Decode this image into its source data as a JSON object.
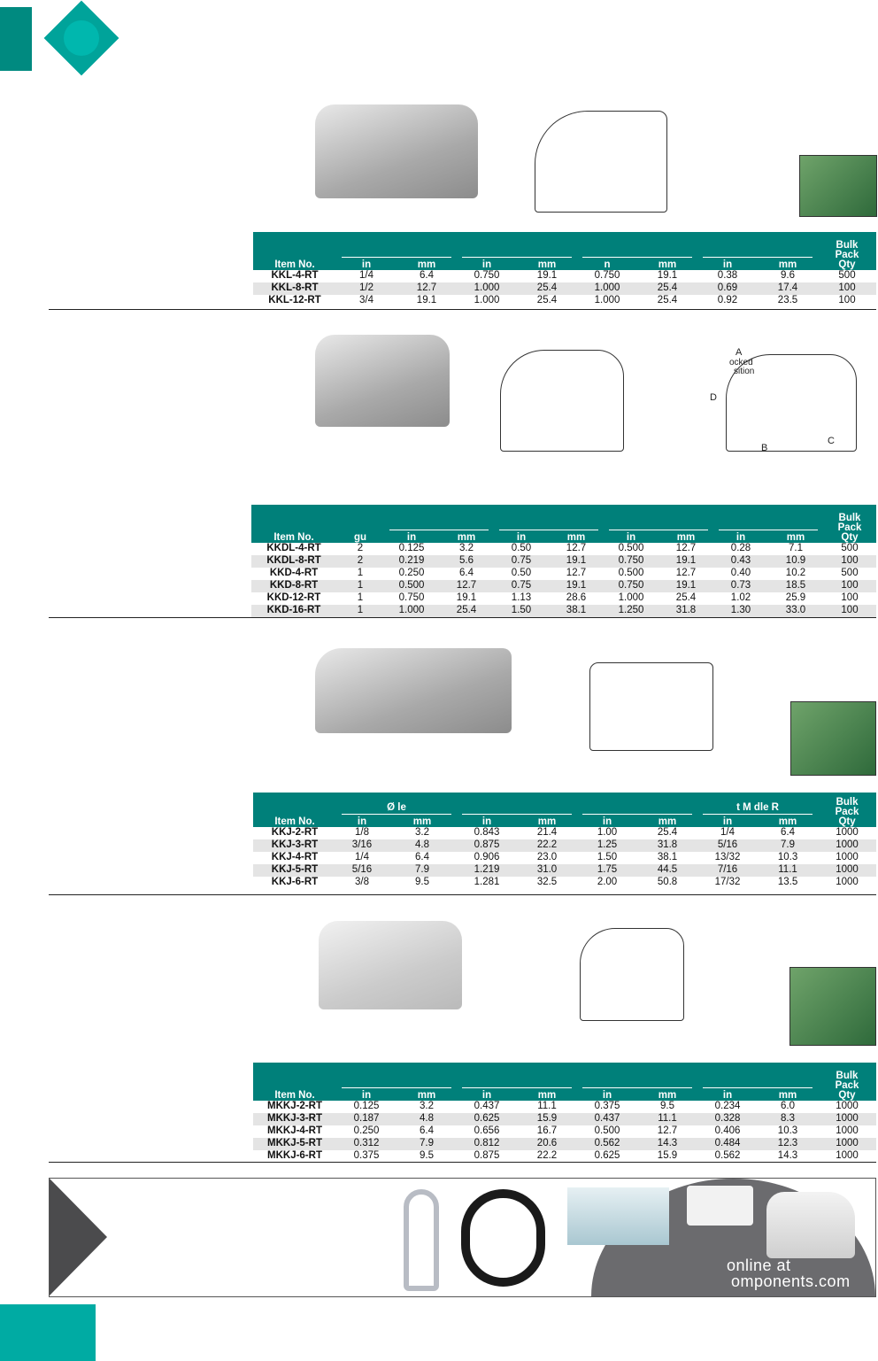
{
  "colors": {
    "header_teal": "#00807a",
    "accent_teal": "#00aba3",
    "banner_gray": "#6b6b6e"
  },
  "diagram2_labels": {
    "a": "A",
    "locked": "ocked",
    "position": "sition",
    "d": "D",
    "b": "B",
    "c": "C"
  },
  "banner": {
    "line1": "online at",
    "line2": "omponents.com"
  },
  "tables": [
    {
      "groups": [
        "",
        "",
        "",
        "",
        "",
        ""
      ],
      "units": [
        "Item No.",
        "in",
        "mm",
        "in",
        "mm",
        "n",
        "mm",
        "in",
        "mm",
        "Bulk Pack Qty"
      ],
      "rows": [
        [
          "KKL-4-RT",
          "1/4",
          "6.4",
          "0.750",
          "19.1",
          "0.750",
          "19.1",
          "0.38",
          "9.6",
          "500"
        ],
        [
          "KKL-8-RT",
          "1/2",
          "12.7",
          "1.000",
          "25.4",
          "1.000",
          "25.4",
          "0.69",
          "17.4",
          "100"
        ],
        [
          "KKL-12-RT",
          "3/4",
          "19.1",
          "1.000",
          "25.4",
          "1.000",
          "25.4",
          "0.92",
          "23.5",
          "100"
        ]
      ]
    },
    {
      "groups": [
        "",
        "",
        "",
        "",
        "",
        ""
      ],
      "units": [
        "Item No.",
        "gu",
        "in",
        "mm",
        "in",
        "mm",
        "in",
        "mm",
        "in",
        "mm",
        "Bulk Pack Qty"
      ],
      "rows": [
        [
          "KKDL-4-RT",
          "2",
          "0.125",
          "3.2",
          "0.50",
          "12.7",
          "0.500",
          "12.7",
          "0.28",
          "7.1",
          "500"
        ],
        [
          "KKDL-8-RT",
          "2",
          "0.219",
          "5.6",
          "0.75",
          "19.1",
          "0.750",
          "19.1",
          "0.43",
          "10.9",
          "100"
        ],
        [
          "KKD-4-RT",
          "1",
          "0.250",
          "6.4",
          "0.50",
          "12.7",
          "0.500",
          "12.7",
          "0.40",
          "10.2",
          "500"
        ],
        [
          "KKD-8-RT",
          "1",
          "0.500",
          "12.7",
          "0.75",
          "19.1",
          "0.750",
          "19.1",
          "0.73",
          "18.5",
          "100"
        ],
        [
          "KKD-12-RT",
          "1",
          "0.750",
          "19.1",
          "1.13",
          "28.6",
          "1.000",
          "25.4",
          "1.02",
          "25.9",
          "100"
        ],
        [
          "KKD-16-RT",
          "1",
          "1.000",
          "25.4",
          "1.50",
          "38.1",
          "1.250",
          "31.8",
          "1.30",
          "33.0",
          "100"
        ]
      ]
    },
    {
      "groups": [
        "",
        "Ø   le",
        "",
        "",
        "t M   dle R",
        ""
      ],
      "units": [
        "Item No.",
        "in",
        "mm",
        "in",
        "mm",
        "in",
        "mm",
        "in",
        "mm",
        "Bulk Pack Qty"
      ],
      "rows": [
        [
          "KKJ-2-RT",
          "1/8",
          "3.2",
          "0.843",
          "21.4",
          "1.00",
          "25.4",
          "1/4",
          "6.4",
          "1000"
        ],
        [
          "KKJ-3-RT",
          "3/16",
          "4.8",
          "0.875",
          "22.2",
          "1.25",
          "31.8",
          "5/16",
          "7.9",
          "1000"
        ],
        [
          "KKJ-4-RT",
          "1/4",
          "6.4",
          "0.906",
          "23.0",
          "1.50",
          "38.1",
          "13/32",
          "10.3",
          "1000"
        ],
        [
          "KKJ-5-RT",
          "5/16",
          "7.9",
          "1.219",
          "31.0",
          "1.75",
          "44.5",
          "7/16",
          "11.1",
          "1000"
        ],
        [
          "KKJ-6-RT",
          "3/8",
          "9.5",
          "1.281",
          "32.5",
          "2.00",
          "50.8",
          "17/32",
          "13.5",
          "1000"
        ]
      ]
    },
    {
      "groups": [
        "",
        "",
        "",
        "",
        "",
        ""
      ],
      "units": [
        "Item No.",
        "in",
        "mm",
        "in",
        "mm",
        "in",
        "mm",
        "in",
        "mm",
        "Bulk Pack Qty"
      ],
      "rows": [
        [
          "MKKJ-2-RT",
          "0.125",
          "3.2",
          "0.437",
          "11.1",
          "0.375",
          "9.5",
          "0.234",
          "6.0",
          "1000"
        ],
        [
          "MKKJ-3-RT",
          "0.187",
          "4.8",
          "0.625",
          "15.9",
          "0.437",
          "11.1",
          "0.328",
          "8.3",
          "1000"
        ],
        [
          "MKKJ-4-RT",
          "0.250",
          "6.4",
          "0.656",
          "16.7",
          "0.500",
          "12.7",
          "0.406",
          "10.3",
          "1000"
        ],
        [
          "MKKJ-5-RT",
          "0.312",
          "7.9",
          "0.812",
          "20.6",
          "0.562",
          "14.3",
          "0.484",
          "12.3",
          "1000"
        ],
        [
          "MKKJ-6-RT",
          "0.375",
          "9.5",
          "0.875",
          "22.2",
          "0.625",
          "15.9",
          "0.562",
          "14.3",
          "1000"
        ]
      ]
    }
  ]
}
